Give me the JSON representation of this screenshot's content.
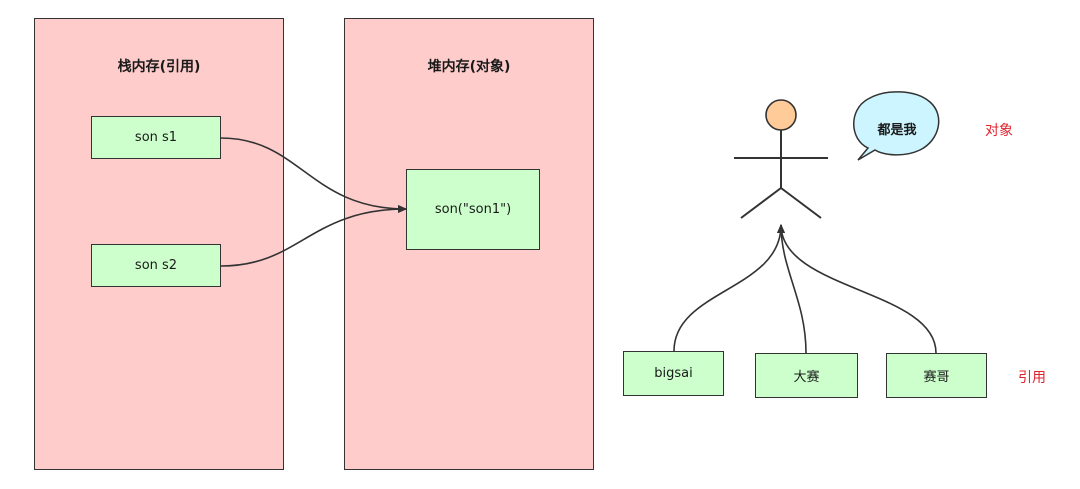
{
  "stack_panel": {
    "title": "栈内存(引用)"
  },
  "heap_panel": {
    "title": "堆内存(对象)"
  },
  "stack_refs": [
    "son s1",
    "son s2"
  ],
  "heap_object": "son(\"son1\")",
  "speech_bubble": "都是我",
  "object_label": "对象",
  "reference_label": "引用",
  "references": [
    "bigsai",
    "大赛",
    "赛哥"
  ],
  "colors": {
    "panel": "#ffcccc",
    "box": "#ccffcc",
    "red_label": "#e0242e",
    "bubble": "#ccf5ff",
    "head": "#ffcc99"
  }
}
